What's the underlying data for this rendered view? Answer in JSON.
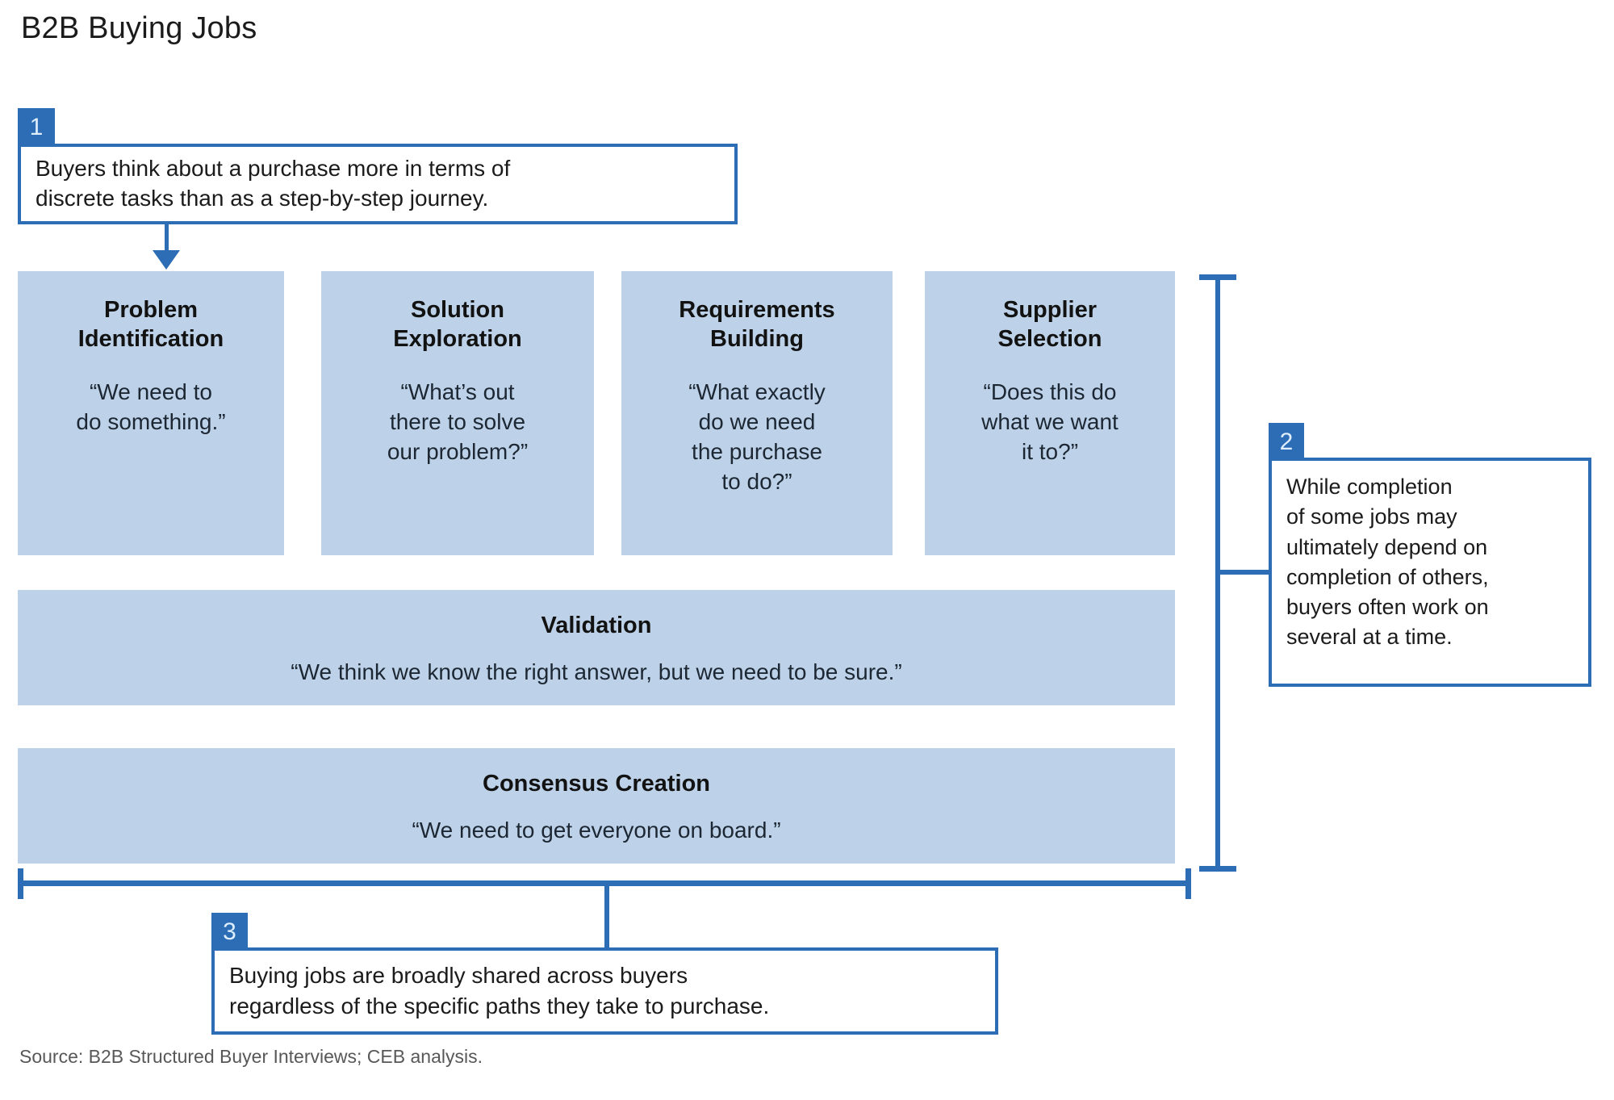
{
  "title": "B2B Buying Jobs",
  "colors": {
    "accent_blue": "#2c6db5",
    "box_fill": "#bdd2e8",
    "text_dark": "#1b1b1b",
    "source_gray": "#585858"
  },
  "callouts": [
    {
      "number": "1",
      "text": "Buyers think about a purchase more in terms of\ndiscrete tasks than as a step-by-step journey."
    },
    {
      "number": "2",
      "text": "While completion\nof some jobs may\nultimately depend on\ncompletion of others,\nbuyers often work on\nseveral at a time."
    },
    {
      "number": "3",
      "text": "Buying jobs are broadly shared across buyers\nregardless of the specific paths they take to purchase."
    }
  ],
  "jobs": [
    {
      "title": "Problem\nIdentification",
      "quote": "“We need to\ndo something.”"
    },
    {
      "title": "Solution\nExploration",
      "quote": "“What’s out\nthere to solve\nour problem?”"
    },
    {
      "title": "Requirements\nBuilding",
      "quote": "“What exactly\ndo we need\nthe purchase\nto do?”"
    },
    {
      "title": "Supplier\nSelection",
      "quote": "“Does this do\nwhat we want\nit to?”"
    }
  ],
  "bars": [
    {
      "title": "Validation",
      "quote": "“We think we know the right answer, but we need to be sure.”"
    },
    {
      "title": "Consensus Creation",
      "quote": "“We need to get everyone on board.”"
    }
  ],
  "source": "Source: B2B Structured Buyer Interviews; CEB analysis."
}
